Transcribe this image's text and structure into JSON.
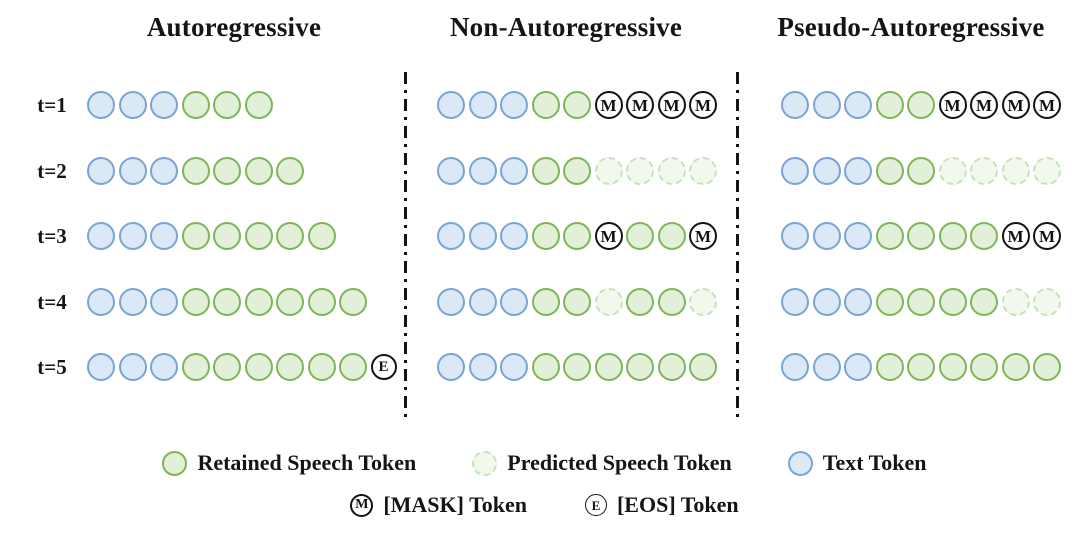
{
  "figure": {
    "columns": [
      {
        "title": "Autoregressive",
        "rows": [
          [
            "T",
            "T",
            "T",
            "R",
            "R",
            "R"
          ],
          [
            "T",
            "T",
            "T",
            "R",
            "R",
            "R",
            "R"
          ],
          [
            "T",
            "T",
            "T",
            "R",
            "R",
            "R",
            "R",
            "R"
          ],
          [
            "T",
            "T",
            "T",
            "R",
            "R",
            "R",
            "R",
            "R",
            "R"
          ],
          [
            "T",
            "T",
            "T",
            "R",
            "R",
            "R",
            "R",
            "R",
            "R",
            "E"
          ]
        ]
      },
      {
        "title": "Non-Autoregressive",
        "rows": [
          [
            "T",
            "T",
            "T",
            "R",
            "R",
            "M",
            "M",
            "M",
            "M"
          ],
          [
            "T",
            "T",
            "T",
            "R",
            "R",
            "P",
            "P",
            "P",
            "P"
          ],
          [
            "T",
            "T",
            "T",
            "R",
            "R",
            "M",
            "R",
            "R",
            "M"
          ],
          [
            "T",
            "T",
            "T",
            "R",
            "R",
            "P",
            "R",
            "R",
            "P"
          ],
          [
            "T",
            "T",
            "T",
            "R",
            "R",
            "R",
            "R",
            "R",
            "R"
          ]
        ]
      },
      {
        "title": "Pseudo-Autoregressive",
        "rows": [
          [
            "T",
            "T",
            "T",
            "R",
            "R",
            "M",
            "M",
            "M",
            "M"
          ],
          [
            "T",
            "T",
            "T",
            "R",
            "R",
            "P",
            "P",
            "P",
            "P"
          ],
          [
            "T",
            "T",
            "T",
            "R",
            "R",
            "R",
            "R",
            "M",
            "M"
          ],
          [
            "T",
            "T",
            "T",
            "R",
            "R",
            "R",
            "R",
            "P",
            "P"
          ],
          [
            "T",
            "T",
            "T",
            "R",
            "R",
            "R",
            "R",
            "R",
            "R"
          ]
        ]
      }
    ],
    "row_labels": [
      "t=1",
      "t=2",
      "t=3",
      "t=4",
      "t=5"
    ],
    "token_glyphs": {
      "M": "M",
      "E": "E"
    },
    "token_names": {
      "T": "text-token",
      "R": "retained-speech-token",
      "P": "predicted-speech-token",
      "M": "mask-token",
      "E": "eos-token"
    },
    "legend": {
      "row1": [
        {
          "type": "R",
          "label": "Retained Speech Token"
        },
        {
          "type": "P",
          "label": "Predicted Speech Token"
        },
        {
          "type": "T",
          "label": "Text Token"
        }
      ],
      "row2": [
        {
          "type": "M",
          "label": "[MASK] Token"
        },
        {
          "type": "E",
          "label": "[EOS] Token"
        }
      ]
    },
    "colors": {
      "text_fill": "#dbe8f6",
      "text_border": "#79a4d6",
      "retained_fill": "#e2efd9",
      "retained_border": "#7db657",
      "predicted_fill": "#f1f8ec",
      "predicted_border": "#c8e2b8",
      "mask_border": "#131313"
    }
  }
}
